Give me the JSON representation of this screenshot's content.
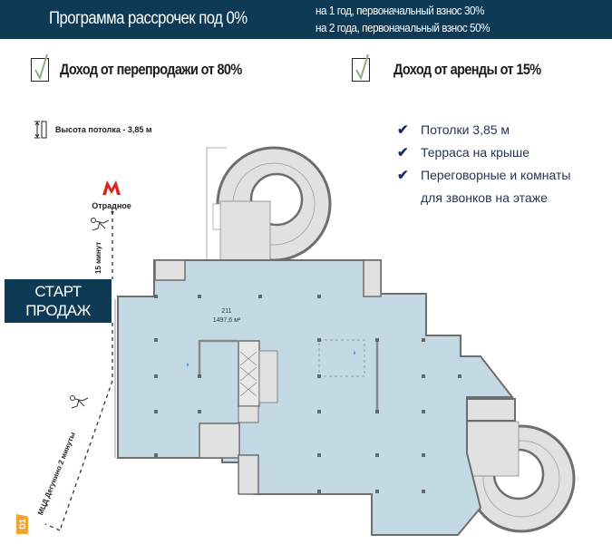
{
  "banner": {
    "title": "Программа рассрочек под 0%",
    "lines": [
      "на 1 год, первоначальный взнос 30%",
      "на 2 года, первоначальный взнос 50%"
    ],
    "background": "#0f3a55"
  },
  "highlights": [
    {
      "icon": "checkbox-check-icon",
      "label": "Доход от перепродажи от 80%"
    },
    {
      "icon": "checkbox-check-icon",
      "label": "Доход от аренды от 15%"
    }
  ],
  "ceiling": {
    "icon": "ceiling-height-icon",
    "label": "Высота потолка - 3,85 м"
  },
  "features": [
    {
      "icon": "checkmark-icon",
      "label": "Потолки 3,85 м"
    },
    {
      "icon": "checkmark-icon",
      "label": "Терраса на крыше"
    },
    {
      "icon": "checkmark-icon",
      "label": "Переговорные и комнаты"
    },
    {
      "icon": null,
      "label": "для звонков на этаже"
    }
  ],
  "metro": {
    "icon": "metro-m-icon",
    "station": "Отрадное",
    "color": "#d8261f"
  },
  "routes": {
    "metro_walk": "15 минут",
    "mcd_walk": "МЦД Дегунино 2 минуты",
    "mcd_badge": "D1",
    "mcd_color": "#f0a531"
  },
  "start_sales": {
    "line1": "СТАРТ",
    "line2": "ПРОДАЖ"
  },
  "floor_plan": {
    "unit_number": "211",
    "unit_area": "1497,6 м²",
    "fill_color": "#c3d9e4",
    "service_color": "#e1e1e1",
    "wall_color": "#6e6e6e"
  }
}
